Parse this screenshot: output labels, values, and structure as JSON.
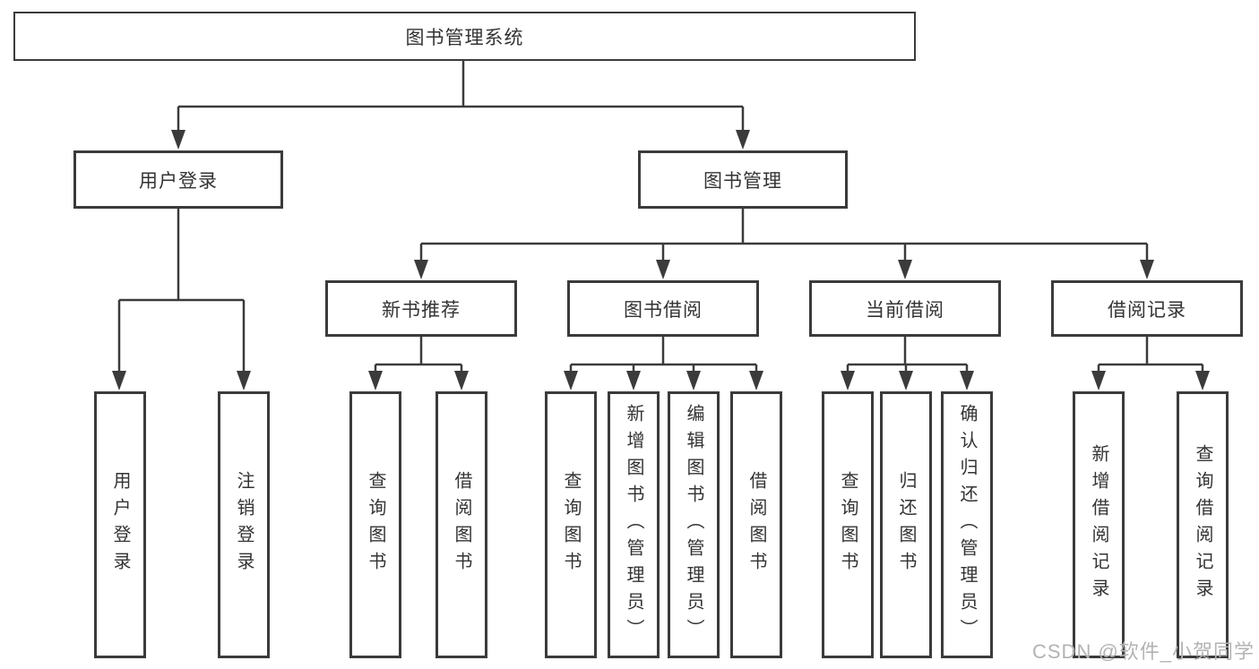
{
  "diagram": {
    "type": "hierarchy-tree",
    "root": {
      "label": "图书管理系统"
    },
    "branches": [
      {
        "label": "用户登录",
        "children": [
          {
            "label": "用户登录"
          },
          {
            "label": "注销登录"
          }
        ]
      },
      {
        "label": "图书管理",
        "children": [
          {
            "label": "新书推荐",
            "children": [
              {
                "label": "查询图书"
              },
              {
                "label": "借阅图书"
              }
            ]
          },
          {
            "label": "图书借阅",
            "children": [
              {
                "label": "查询图书"
              },
              {
                "label": "新增图书（管理员）"
              },
              {
                "label": "编辑图书（管理员）"
              },
              {
                "label": "借阅图书"
              }
            ]
          },
          {
            "label": "当前借阅",
            "children": [
              {
                "label": "查询图书"
              },
              {
                "label": "归还图书"
              },
              {
                "label": "确认归还（管理员）"
              }
            ]
          },
          {
            "label": "借阅记录",
            "children": [
              {
                "label": "新增借阅记录"
              },
              {
                "label": "查询借阅记录"
              }
            ]
          }
        ]
      }
    ],
    "colors": {
      "line": "#3b3b3b",
      "text": "#333333",
      "box_fill": "#ffffff",
      "watermark": "#b3b3b3"
    },
    "watermark": "CSDN @软件_小贺同学"
  }
}
